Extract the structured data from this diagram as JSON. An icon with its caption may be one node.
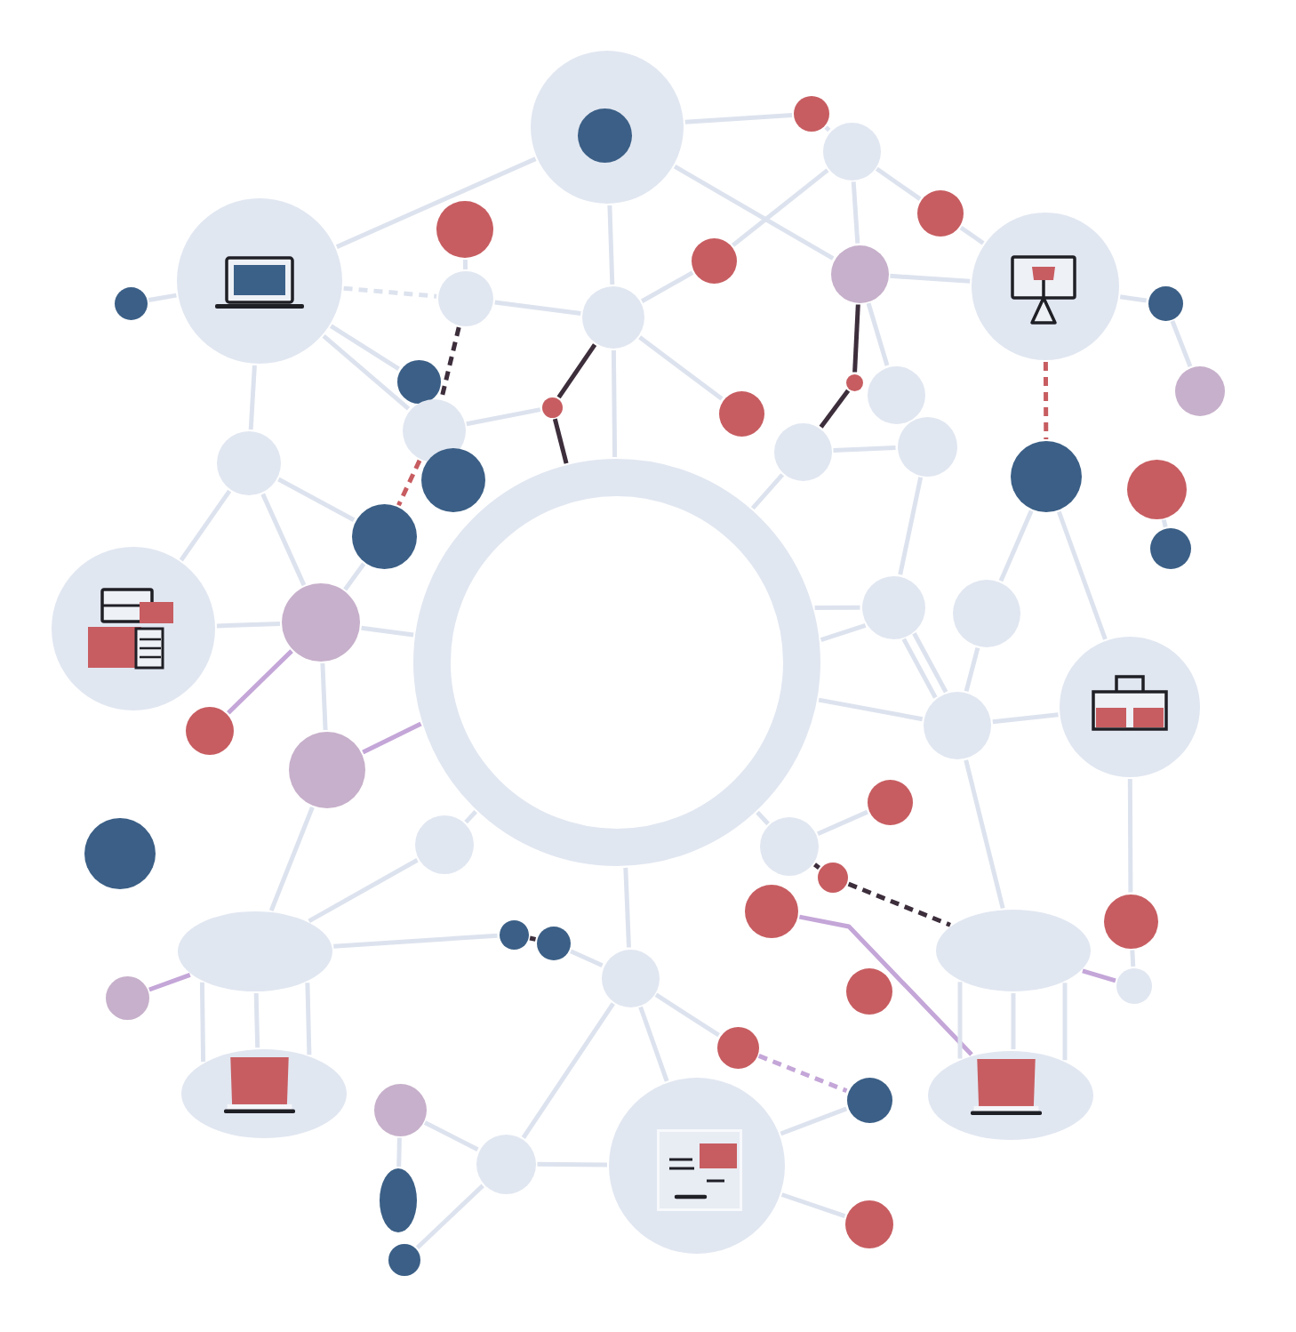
{
  "diagram": {
    "nodes": [
      {
        "text": [],
        "shape": "circle"
      },
      {
        "text": [],
        "shape": "circle",
        "in": 0
      },
      {
        "text": [],
        "shape": "circle"
      },
      {
        "text": [],
        "shape": "circle"
      },
      {
        "text": [],
        "shape": "circle"
      },
      {
        "text": [],
        "shape": "circle"
      },
      {
        "text": [],
        "shape": "circle"
      },
      {
        "text": [],
        "shape": "circle"
      },
      {
        "text": [],
        "shape": "circle"
      },
      {
        "text": [],
        "shape": "circle"
      },
      {
        "text": [],
        "shape": "circle"
      },
      {
        "text": [],
        "shape": "circle"
      },
      {
        "text": [],
        "shape": "circle"
      },
      {
        "text": [],
        "shape": "circle"
      },
      {
        "text": [],
        "shape": "circle"
      },
      {
        "text": [],
        "shape": "circle"
      },
      {
        "text": [],
        "shape": "circle"
      },
      {
        "text": [],
        "shape": "circle"
      },
      {
        "text": [],
        "shape": "circle"
      },
      {
        "text": [],
        "shape": "circle"
      },
      {
        "text": [],
        "shape": "circle"
      },
      {
        "text": [],
        "shape": "circle"
      },
      {
        "text": [],
        "shape": "circle"
      },
      {
        "text": [],
        "shape": "circle"
      },
      {
        "text": [],
        "shape": "circle"
      },
      {
        "text": [],
        "shape": "circle"
      },
      {
        "text": [],
        "shape": "circle"
      },
      {
        "text": [],
        "shape": "circle"
      },
      {
        "text": [],
        "shape": "circle"
      },
      {
        "text": [],
        "shape": "circle"
      },
      {
        "text": [],
        "shape": "circle"
      },
      {
        "text": [],
        "shape": "circle"
      },
      {
        "text": [],
        "shape": "circle"
      },
      {
        "text": [],
        "shape": "ring"
      },
      {
        "text": [],
        "shape": "circle"
      },
      {
        "text": [],
        "shape": "circle"
      },
      {
        "text": [],
        "shape": "circle"
      },
      {
        "text": [],
        "shape": "circle"
      },
      {
        "text": [],
        "shape": "circle"
      },
      {
        "text": [],
        "shape": "circle"
      },
      {
        "text": [],
        "shape": "circle"
      },
      {
        "text": [],
        "shape": "circle"
      },
      {
        "text": [],
        "shape": "circle"
      },
      {
        "text": [],
        "shape": "circle"
      },
      {
        "text": [],
        "shape": "circle"
      },
      {
        "text": [],
        "shape": "circle"
      },
      {
        "text": [],
        "shape": "circle"
      },
      {
        "text": [],
        "shape": "ellipse"
      },
      {
        "text": [],
        "shape": "ellipse"
      },
      {
        "text": [],
        "shape": "circle"
      },
      {
        "text": [],
        "shape": "circle"
      },
      {
        "text": [],
        "shape": "circle"
      },
      {
        "text": [],
        "shape": "circle"
      },
      {
        "text": [],
        "shape": "circle"
      },
      {
        "text": [],
        "shape": "ellipse"
      },
      {
        "text": [],
        "shape": "ellipse"
      },
      {
        "text": [],
        "shape": "circle"
      },
      {
        "text": [],
        "shape": "circle"
      },
      {
        "text": [],
        "shape": "circle"
      },
      {
        "text": [],
        "shape": "circle"
      },
      {
        "text": [],
        "shape": "ellipse"
      },
      {
        "text": [],
        "shape": "circle"
      },
      {
        "text": [],
        "shape": "circle"
      }
    ],
    "edges": [
      {
        "from": 8,
        "to": 0,
        "arrow": "none"
      },
      {
        "from": 0,
        "to": 2,
        "arrow": "none"
      },
      {
        "from": 0,
        "to": 12,
        "arrow": "none"
      },
      {
        "from": 0,
        "to": 7,
        "arrow": "none"
      },
      {
        "from": 2,
        "to": 3,
        "arrow": "none"
      },
      {
        "from": 3,
        "to": 5,
        "arrow": "none"
      },
      {
        "from": 3,
        "to": 6,
        "arrow": "none"
      },
      {
        "from": 3,
        "to": 7,
        "arrow": "none"
      },
      {
        "from": 5,
        "to": 9,
        "arrow": "none"
      },
      {
        "from": 7,
        "to": 9,
        "arrow": "none"
      },
      {
        "from": 4,
        "to": 11,
        "arrow": "none"
      },
      {
        "from": 8,
        "to": 10,
        "arrow": "none"
      },
      {
        "from": 8,
        "to": 11,
        "arrow": "none",
        "style": "dashed"
      },
      {
        "from": 11,
        "to": 12,
        "arrow": "none"
      },
      {
        "from": 12,
        "to": 6,
        "arrow": "none"
      },
      {
        "from": 9,
        "to": 13,
        "arrow": "none"
      },
      {
        "from": 13,
        "to": 17,
        "arrow": "none"
      },
      {
        "from": 8,
        "to": 14,
        "arrow": "none"
      },
      {
        "from": 8,
        "to": 20,
        "arrow": "none"
      },
      {
        "from": 11,
        "to": 20,
        "arrow": "none",
        "style": "dashed",
        "color": "#3d2e3c"
      },
      {
        "from": 12,
        "to": 18,
        "arrow": "none",
        "color": "#3d2e3c"
      },
      {
        "from": 12,
        "to": 19,
        "arrow": "none"
      },
      {
        "from": 12,
        "to": 33,
        "arrow": "none"
      },
      {
        "from": 7,
        "to": 15,
        "arrow": "none",
        "color": "#3d2e3c"
      },
      {
        "from": 7,
        "to": 16,
        "arrow": "none"
      },
      {
        "from": 15,
        "to": 22,
        "arrow": "none",
        "color": "#3d2e3c"
      },
      {
        "from": 20,
        "to": 18,
        "arrow": "none"
      },
      {
        "from": 18,
        "to": 33,
        "arrow": "none",
        "color": "#3d2e3c"
      },
      {
        "from": 9,
        "to": 24,
        "arrow": "none",
        "style": "dashed",
        "color": "#c75d61"
      },
      {
        "from": 8,
        "to": 23,
        "arrow": "none"
      },
      {
        "from": 20,
        "to": 27,
        "arrow": "none",
        "style": "dashed",
        "color": "#c75d61"
      },
      {
        "from": 21,
        "to": 22,
        "arrow": "none"
      },
      {
        "from": 22,
        "to": 33,
        "arrow": "none"
      },
      {
        "from": 21,
        "to": 31,
        "arrow": "none"
      },
      {
        "from": 23,
        "to": 29,
        "arrow": "none"
      },
      {
        "from": 23,
        "to": 30,
        "arrow": "none"
      },
      {
        "from": 23,
        "to": 27,
        "arrow": "none"
      },
      {
        "from": 27,
        "to": 30,
        "arrow": "none"
      },
      {
        "from": 29,
        "to": 30,
        "arrow": "none"
      },
      {
        "from": 24,
        "to": 32,
        "arrow": "none"
      },
      {
        "from": 24,
        "to": 34,
        "arrow": "none"
      },
      {
        "from": 25,
        "to": 28,
        "arrow": "none"
      },
      {
        "from": 30,
        "to": 33,
        "arrow": "none"
      },
      {
        "from": 30,
        "to": 36,
        "arrow": "none",
        "color": "#c4a6d8"
      },
      {
        "from": 30,
        "to": 37,
        "arrow": "none"
      },
      {
        "from": 31,
        "to": 33,
        "arrow": "none"
      },
      {
        "from": 31,
        "to": 33,
        "arrow": "none"
      },
      {
        "from": 31,
        "to": 35,
        "arrow": "none"
      },
      {
        "from": 31,
        "to": 35,
        "arrow": "none"
      },
      {
        "from": 32,
        "to": 35,
        "arrow": "none"
      },
      {
        "from": 35,
        "to": 33,
        "arrow": "none"
      },
      {
        "from": 35,
        "to": 34,
        "arrow": "none"
      },
      {
        "from": 37,
        "to": 33,
        "arrow": "none",
        "color": "#c4a6d8"
      },
      {
        "from": 37,
        "to": 47,
        "arrow": "none"
      },
      {
        "from": 39,
        "to": 33,
        "arrow": "none"
      },
      {
        "from": 39,
        "to": 38,
        "arrow": "none"
      },
      {
        "from": 39,
        "to": 42,
        "arrow": "none",
        "style": "dashed",
        "color": "#3d2e3c"
      },
      {
        "from": 40,
        "to": 33,
        "arrow": "none"
      },
      {
        "from": 40,
        "to": 47,
        "arrow": "none"
      },
      {
        "from": 42,
        "to": 48,
        "arrow": "none",
        "style": "dashed",
        "color": "#3d2e3c"
      },
      {
        "from": 43,
        "to": 55,
        "arrow": "none",
        "color": "#c4a6d8"
      },
      {
        "from": 34,
        "to": 44,
        "arrow": "none"
      },
      {
        "from": 35,
        "to": 48,
        "arrow": "none"
      },
      {
        "from": 44,
        "to": 50,
        "arrow": "none"
      },
      {
        "from": 47,
        "to": 45,
        "arrow": "none"
      },
      {
        "from": 45,
        "to": 46,
        "arrow": "none",
        "color": "#3d2e3c"
      },
      {
        "from": 46,
        "to": 49,
        "arrow": "none"
      },
      {
        "from": 47,
        "to": 52,
        "arrow": "none",
        "color": "#c4a6d8"
      },
      {
        "from": 47,
        "to": 54,
        "arrow": "none"
      },
      {
        "from": 47,
        "to": 54,
        "arrow": "none"
      },
      {
        "from": 47,
        "to": 54,
        "arrow": "none"
      },
      {
        "from": 48,
        "to": 50,
        "arrow": "none",
        "color": "#c4a6d8"
      },
      {
        "from": 48,
        "to": 55,
        "arrow": "none"
      },
      {
        "from": 48,
        "to": 55,
        "arrow": "none"
      },
      {
        "from": 48,
        "to": 55,
        "arrow": "none"
      },
      {
        "from": 49,
        "to": 33,
        "arrow": "none"
      },
      {
        "from": 49,
        "to": 53,
        "arrow": "none"
      },
      {
        "from": 49,
        "to": 59,
        "arrow": "none"
      },
      {
        "from": 49,
        "to": 58,
        "arrow": "none"
      },
      {
        "from": 53,
        "to": 56,
        "arrow": "none",
        "style": "dashed",
        "color": "#c4a6d8"
      },
      {
        "from": 56,
        "to": 59,
        "arrow": "none"
      },
      {
        "from": 59,
        "to": 61,
        "arrow": "none"
      },
      {
        "from": 58,
        "to": 59,
        "arrow": "none"
      },
      {
        "from": 58,
        "to": 57,
        "arrow": "none"
      },
      {
        "from": 58,
        "to": 62,
        "arrow": "none"
      },
      {
        "from": 57,
        "to": 60,
        "arrow": "none"
      }
    ]
  }
}
